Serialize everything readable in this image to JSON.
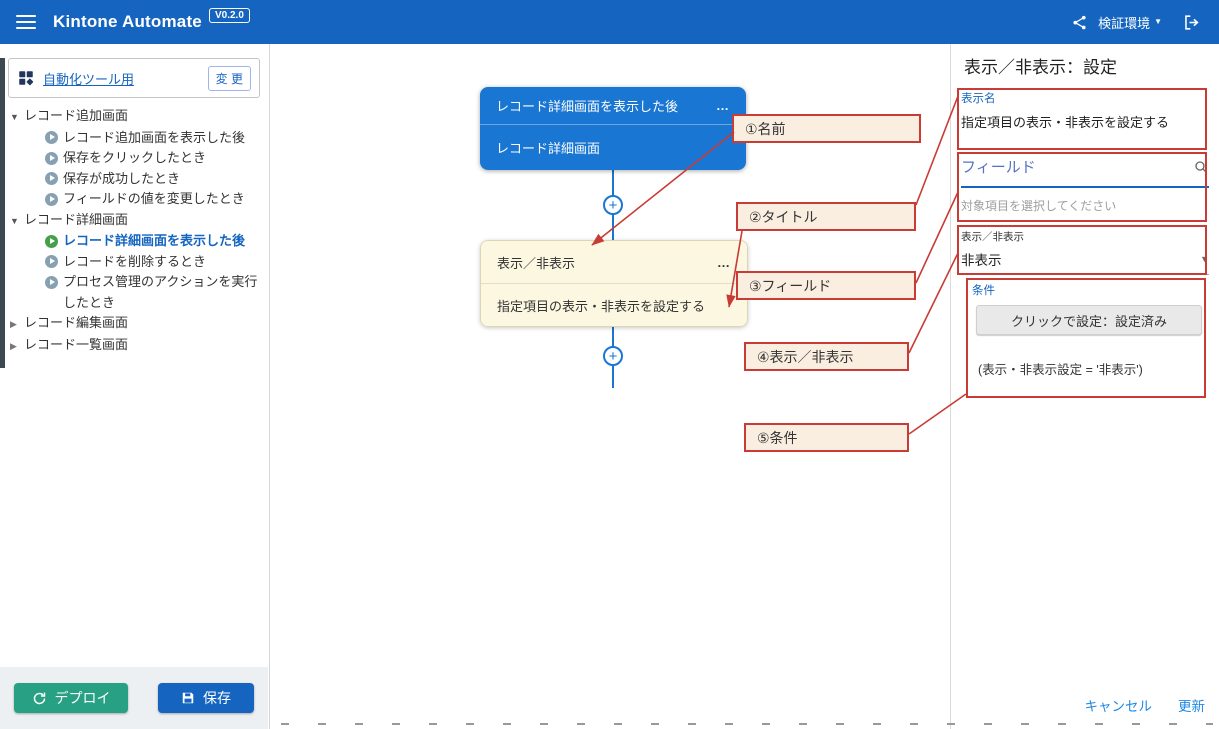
{
  "header": {
    "title": "Kintone Automate",
    "version": "V0.2.0",
    "environment": "検証環境"
  },
  "sidebar": {
    "app_link": "自動化ツール用",
    "change_button": "変 更",
    "tree": [
      {
        "label": "レコード追加画面",
        "expanded": true,
        "children": [
          "レコード追加画面を表示した後",
          "保存をクリックしたとき",
          "保存が成功したとき",
          "フィールドの値を変更したとき"
        ]
      },
      {
        "label": "レコード詳細画面",
        "expanded": true,
        "children": [
          "レコード詳細画面を表示した後",
          "レコードを削除するとき",
          "プロセス管理のアクションを実行したとき"
        ],
        "selected_child": "レコード詳細画面を表示した後"
      },
      {
        "label": "レコード編集画面",
        "expanded": false
      },
      {
        "label": "レコード一覧画面",
        "expanded": false
      }
    ],
    "deploy_button": "デプロイ",
    "save_button": "保存"
  },
  "canvas": {
    "trigger_node": {
      "title": "レコード詳細画面を表示した後",
      "subtitle": "レコード詳細画面"
    },
    "action_node": {
      "title": "表示／非表示",
      "subtitle": "指定項目の表示・非表示を設定する"
    },
    "annotations": {
      "name": "①名前",
      "title": "②タイトル",
      "field": "③フィールド",
      "visibility": "④表示／非表示",
      "condition": "⑤条件"
    }
  },
  "panel": {
    "title": "表示／非表示：設定",
    "display_name": {
      "label": "表示名",
      "value": "指定項目の表示・非表示を設定する"
    },
    "field": {
      "label": "フィールド",
      "placeholder": "対象項目を選択してください"
    },
    "visibility": {
      "label": "表示／非表示",
      "value": "非表示"
    },
    "condition": {
      "label": "条件",
      "button": "クリックで設定：設定済み",
      "summary": "(表示・非表示設定 = '非表示')"
    },
    "cancel": "キャンセル",
    "update": "更新"
  },
  "icons": {
    "expanded_caret": "▼",
    "collapsed_caret": "▶",
    "dropdown_caret": "▼",
    "plus": "+",
    "menu_dots": "…"
  },
  "colors": {
    "header_blue": "#1565C0",
    "node_blue": "#1976D2",
    "node_yellow_bg": "#FBF7E1",
    "annotation_red": "#C93B35",
    "selected_green": "#43A047",
    "link_blue": "#1E88E5",
    "deploy_teal": "#27A083"
  }
}
